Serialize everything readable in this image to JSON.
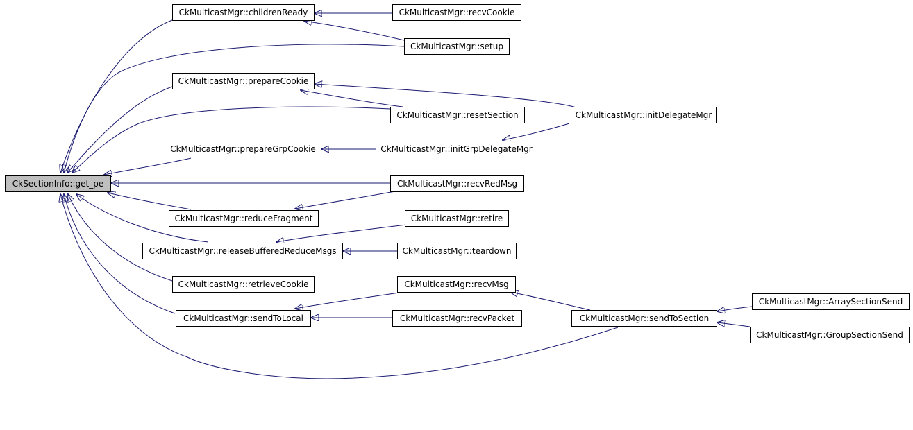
{
  "colors": {
    "edge": "#191970",
    "root_fill": "#bfbfbf",
    "node_fill": "#ffffff",
    "node_border": "#000000"
  },
  "nodes": {
    "get_pe": "CkSectionInfo::get_pe",
    "childrenReady": "CkMulticastMgr::childrenReady",
    "recvCookie": "CkMulticastMgr::recvCookie",
    "setup": "CkMulticastMgr::setup",
    "prepareCookie": "CkMulticastMgr::prepareCookie",
    "resetSection": "CkMulticastMgr::resetSection",
    "initDelegateMgr": "CkMulticastMgr::initDelegateMgr",
    "prepareGrpCookie": "CkMulticastMgr::prepareGrpCookie",
    "initGrpDelegateMgr": "CkMulticastMgr::initGrpDelegateMgr",
    "recvRedMsg": "CkMulticastMgr::recvRedMsg",
    "reduceFragment": "CkMulticastMgr::reduceFragment",
    "retire": "CkMulticastMgr::retire",
    "releaseBufferedReduceMsgs": "CkMulticastMgr::releaseBufferedReduceMsgs",
    "teardown": "CkMulticastMgr::teardown",
    "retrieveCookie": "CkMulticastMgr::retrieveCookie",
    "recvMsg": "CkMulticastMgr::recvMsg",
    "sendToLocal": "CkMulticastMgr::sendToLocal",
    "recvPacket": "CkMulticastMgr::recvPacket",
    "sendToSection": "CkMulticastMgr::sendToSection",
    "ArraySectionSend": "CkMulticastMgr::ArraySectionSend",
    "GroupSectionSend": "CkMulticastMgr::GroupSectionSend"
  }
}
